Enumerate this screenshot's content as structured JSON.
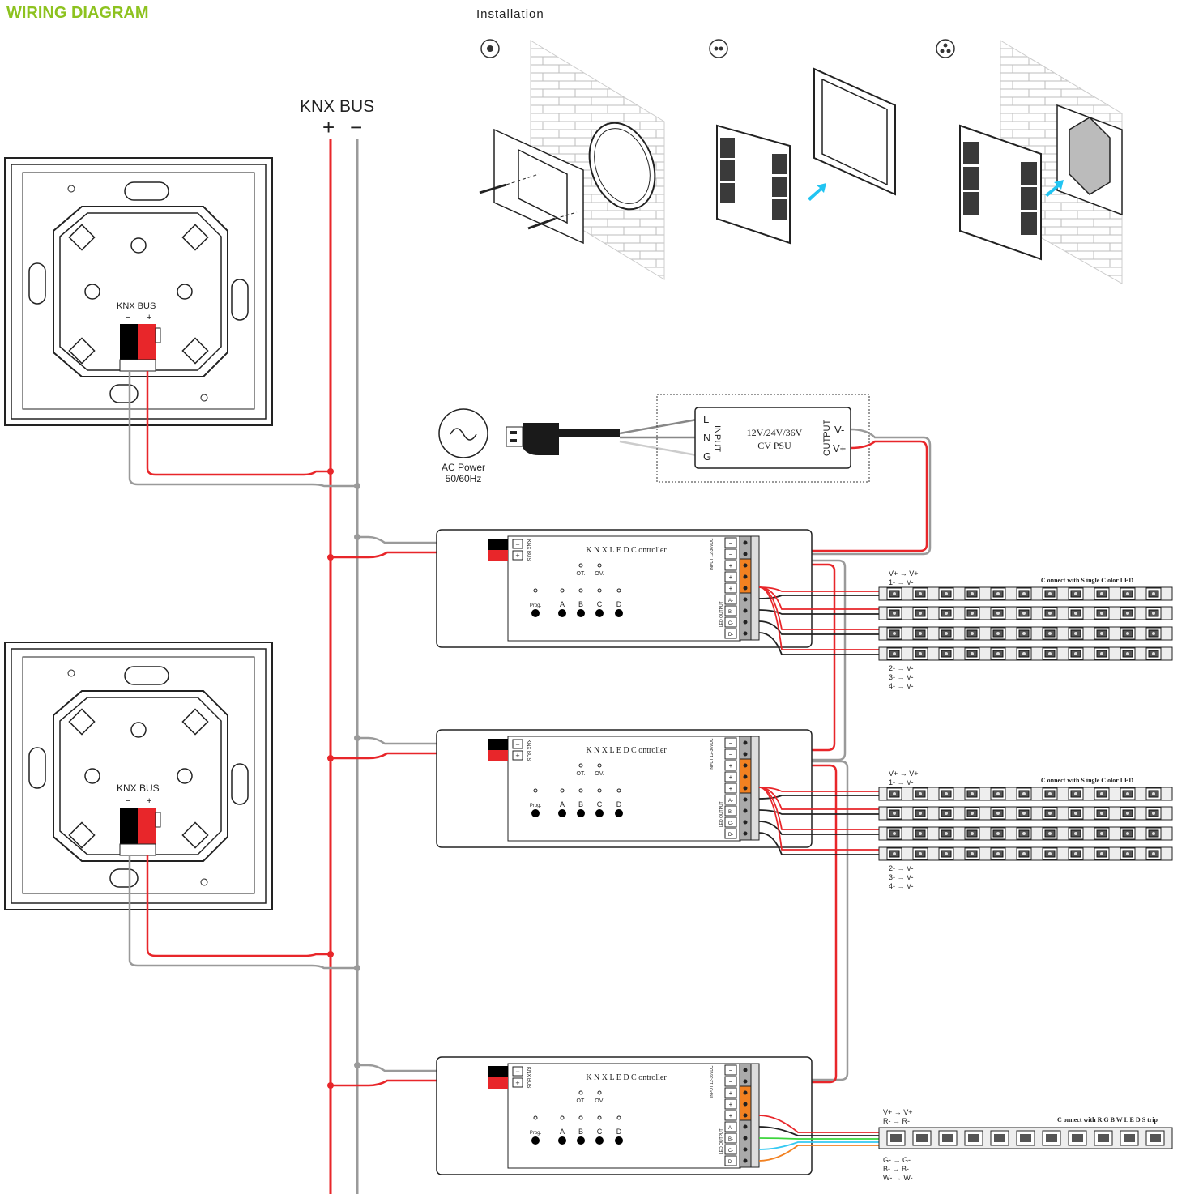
{
  "header": {
    "title": "WIRING DIAGRAM",
    "title_color": "#8dc21f",
    "installation_label": "Installation"
  },
  "bus": {
    "label": "KNX BUS",
    "plus": "+",
    "minus": "−"
  },
  "panels": [
    {
      "bus_label": "KNX BUS",
      "minus": "−",
      "plus": "+"
    },
    {
      "bus_label": "KNX BUS",
      "minus": "−",
      "plus": "+"
    }
  ],
  "power": {
    "ac_line1": "AC Power",
    "ac_line2": "50/60Hz",
    "psu_line1": "12V/24V/36V",
    "psu_line2": "CV PSU",
    "input_label": "INPUT",
    "output_label": "OUTPUT",
    "pin_l": "L",
    "pin_n": "N",
    "pin_g": "G",
    "v_minus": "V-",
    "v_plus": "V+"
  },
  "controllers": [
    {
      "title": "K N X L E D C ontroller",
      "knx_bus": "KNX BUS",
      "input_label": "INPUT 12-36VDC",
      "output_label": "LED OUTPUT",
      "indicators": [
        "OT.",
        "OV."
      ],
      "buttons": [
        "Prog.",
        "A",
        "B",
        "C",
        "D"
      ],
      "terminals_left": [
        "−",
        "+"
      ],
      "terminals_right": [
        "−",
        "−",
        "+",
        "+",
        "+",
        "A-",
        "B-",
        "C-",
        "D-"
      ]
    },
    {
      "title": "K N X L E D C ontroller",
      "knx_bus": "KNX BUS",
      "input_label": "INPUT 12-36VDC",
      "output_label": "LED OUTPUT",
      "indicators": [
        "OT.",
        "OV."
      ],
      "buttons": [
        "Prog.",
        "A",
        "B",
        "C",
        "D"
      ],
      "terminals_left": [
        "−",
        "+"
      ],
      "terminals_right": [
        "−",
        "−",
        "+",
        "+",
        "+",
        "A-",
        "B-",
        "C-",
        "D-"
      ]
    },
    {
      "title": "K N X L E D C ontroller",
      "knx_bus": "KNX BUS",
      "input_label": "INPUT 12-36VDC",
      "output_label": "LED OUTPUT",
      "indicators": [
        "OT.",
        "OV."
      ],
      "buttons": [
        "Prog.",
        "A",
        "B",
        "C",
        "D"
      ],
      "terminals_left": [
        "−",
        "+"
      ],
      "terminals_right": [
        "−",
        "−",
        "+",
        "+",
        "+",
        "A-",
        "B-",
        "C-",
        "D-"
      ]
    }
  ],
  "strip_groups": [
    {
      "title": "C onnect with S ingle C olor LED",
      "top_map": [
        "V+  →  V+",
        "1-  →  V-"
      ],
      "bottom_map": [
        "2-  →  V-",
        "3-  →  V-",
        "4-  →  V-"
      ]
    },
    {
      "title": "C onnect with S ingle C olor LED",
      "top_map": [
        "V+  →  V+",
        "1-  →  V-"
      ],
      "bottom_map": [
        "2-  →  V-",
        "3-  →  V-",
        "4-  →  V-"
      ]
    },
    {
      "title": "C onnect with  R G B W L E D S trip",
      "top_map": [
        "V+  →  V+",
        "R-  →  R-"
      ],
      "bottom_map": [
        "G-  →  G-",
        "B-  →  B-",
        "W-  →  W-"
      ]
    }
  ],
  "colors": {
    "bus_plus": "#e8262a",
    "bus_minus": "#9a9a9a",
    "terminal_orange": "#f28121",
    "rgbw_green": "#3dd53d",
    "rgbw_blue": "#35c9f2",
    "rgbw_white_wire": "#f28121",
    "arrow_cyan": "#21c4f2"
  },
  "install_steps": [
    {
      "step_icon": "one-dot-icon"
    },
    {
      "step_icon": "two-dots-icon"
    },
    {
      "step_icon": "three-dots-icon"
    }
  ]
}
